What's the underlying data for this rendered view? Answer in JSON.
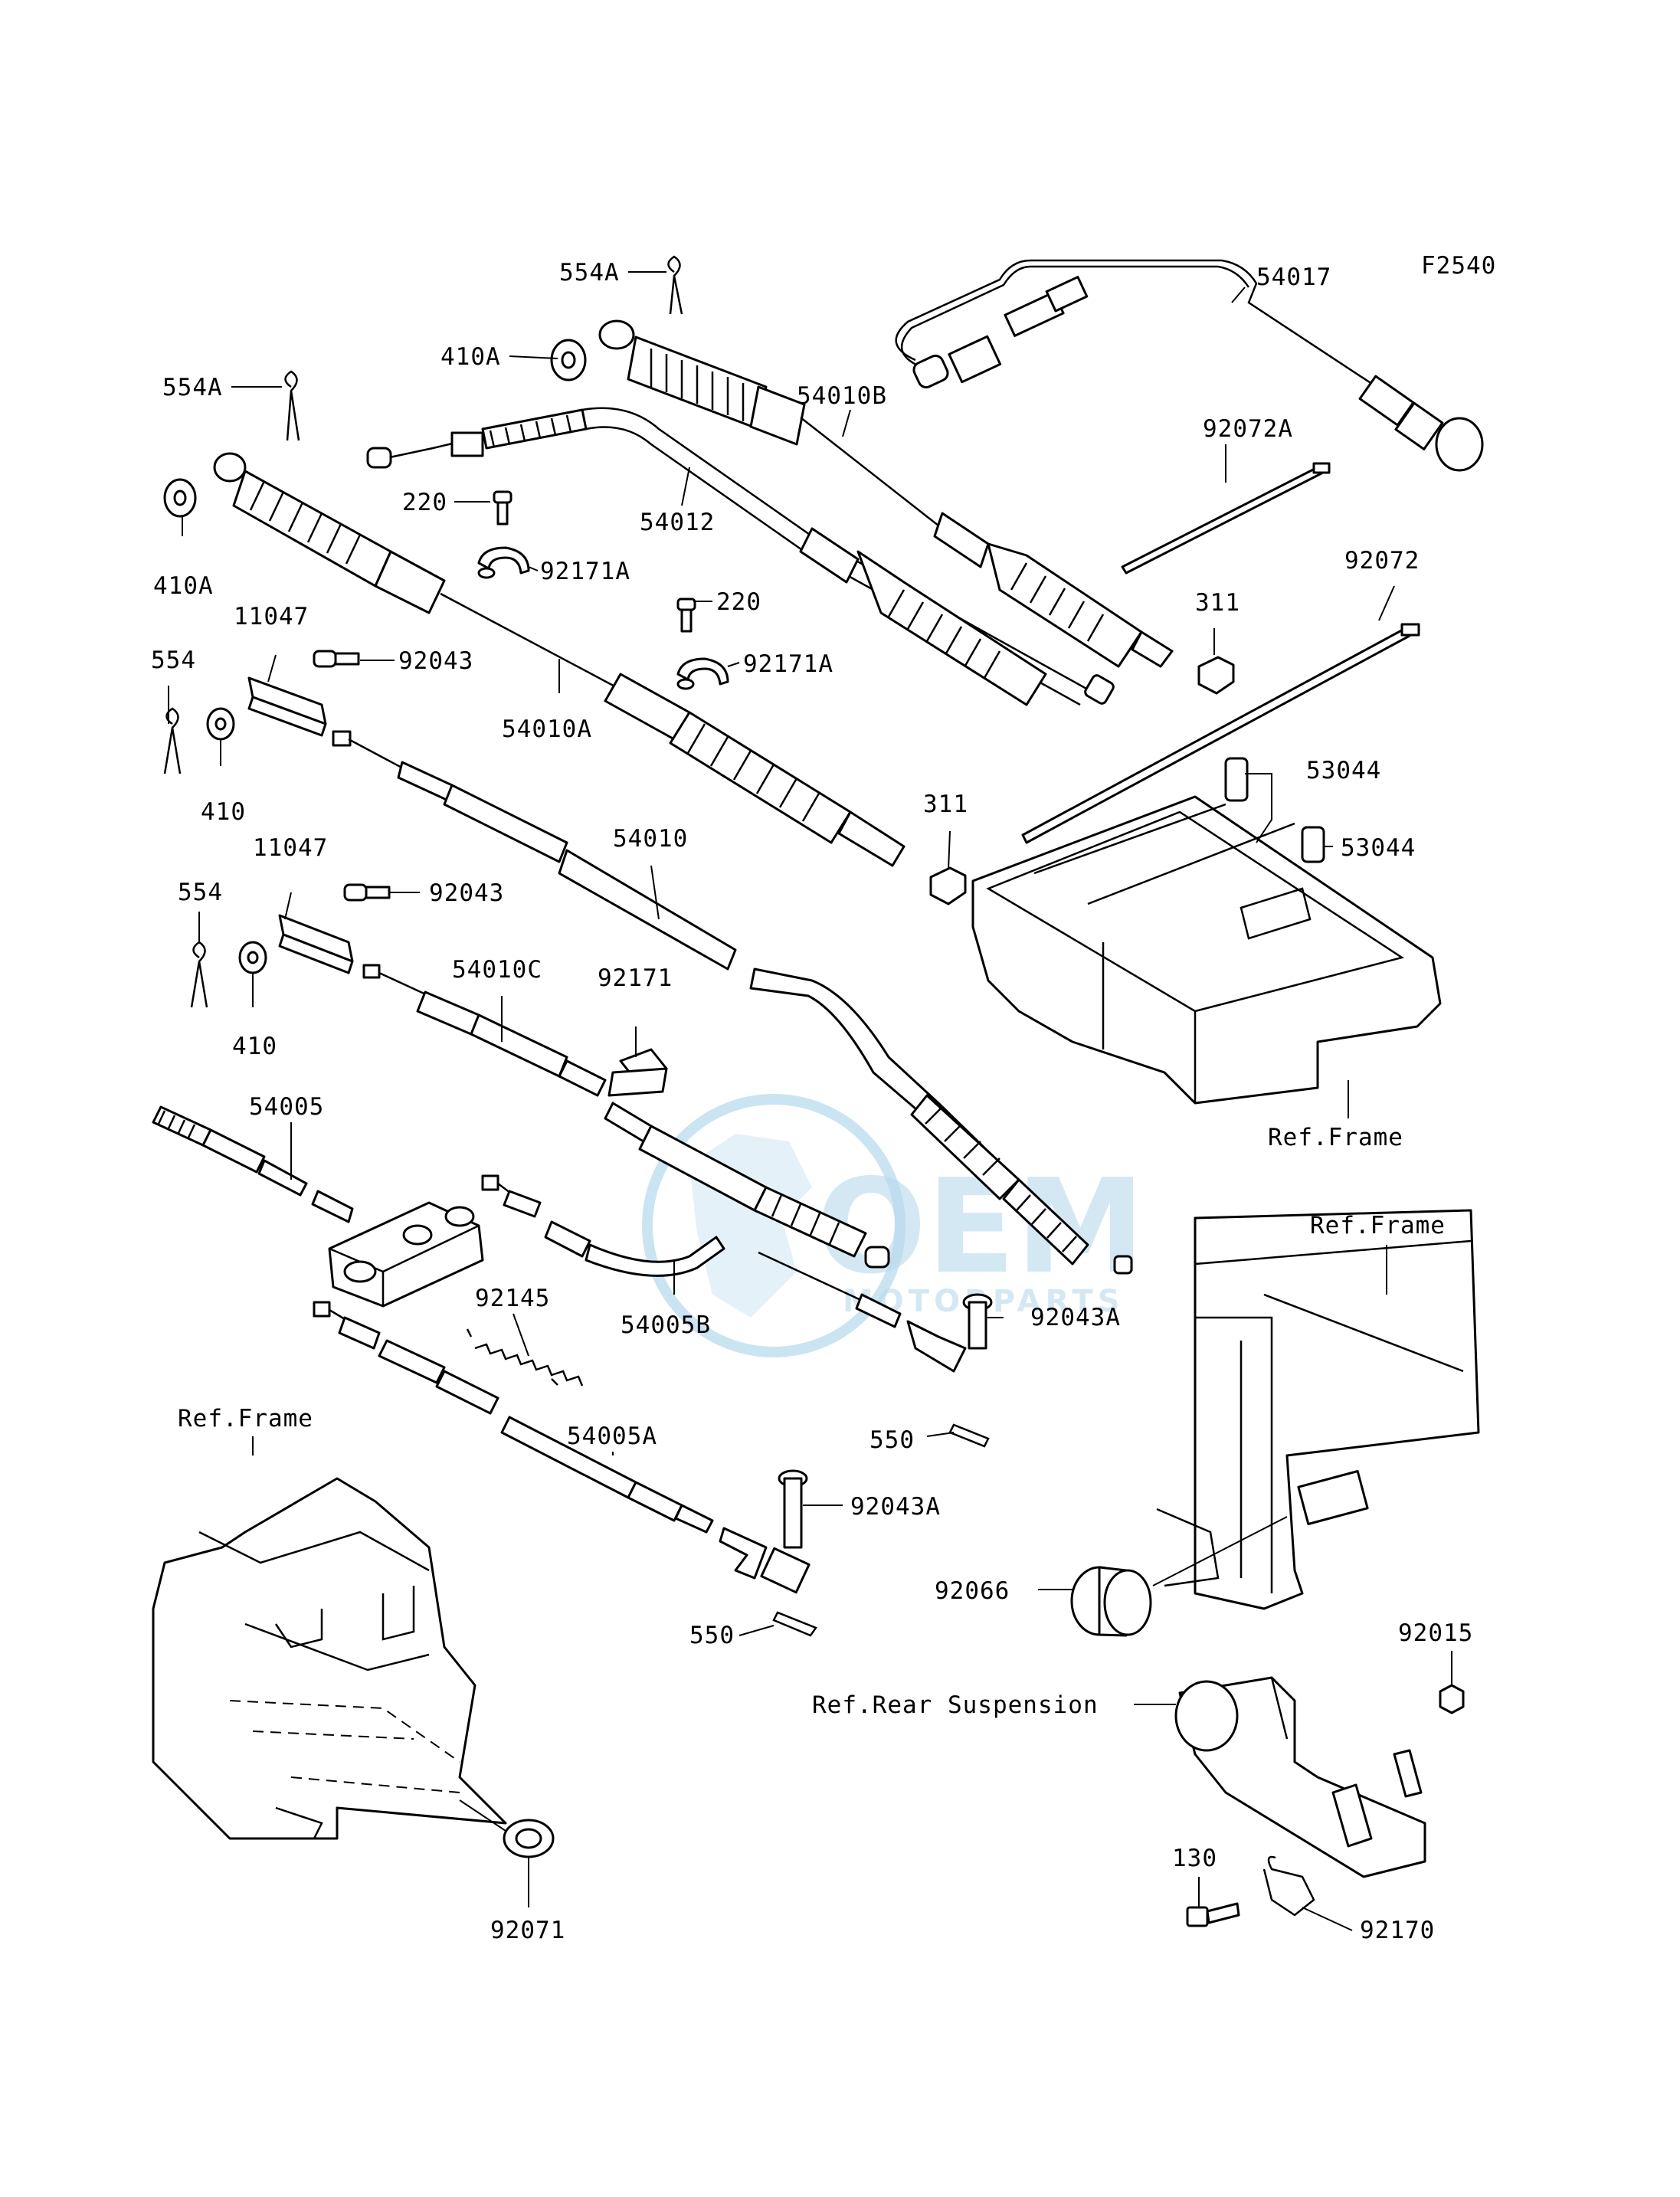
{
  "diagram": {
    "code": "F2540",
    "watermark": {
      "brand": "OEM",
      "sub": "MOTORPARTS"
    },
    "labels": {
      "l_554a_top": "554A",
      "l_410a_top": "410A",
      "l_554a_left": "554A",
      "l_410a_left": "410A",
      "l_54010b": "54010B",
      "l_54017": "54017",
      "l_92072a": "92072A",
      "l_92072": "92072",
      "l_220_a": "220",
      "l_54012": "54012",
      "l_92171a_a": "92171A",
      "l_220_b": "220",
      "l_92171a_b": "92171A",
      "l_311_top": "311",
      "l_11047_a": "11047",
      "l_92043_a": "92043",
      "l_54010a": "54010A",
      "l_554_a": "554",
      "l_410_a": "410",
      "l_311_mid": "311",
      "l_53044_a": "53044",
      "l_53044_b": "53044",
      "l_54010": "54010",
      "l_11047_b": "11047",
      "l_92043_b": "92043",
      "l_554_b": "554",
      "l_410_b": "410",
      "l_54010c": "54010C",
      "l_92171": "92171",
      "l_ref_frame_r1": "Ref.Frame",
      "l_54005": "54005",
      "l_ref_frame_r2": "Ref.Frame",
      "l_92145": "92145",
      "l_54005b": "54005B",
      "l_92043a_a": "92043A",
      "l_ref_frame_l": "Ref.Frame",
      "l_54005a": "54005A",
      "l_550_a": "550",
      "l_92043a_b": "92043A",
      "l_92066": "92066",
      "l_550_b": "550",
      "l_92015": "92015",
      "l_ref_rear_susp": "Ref.Rear Suspension",
      "l_130": "130",
      "l_92170": "92170",
      "l_92071": "92071"
    }
  }
}
